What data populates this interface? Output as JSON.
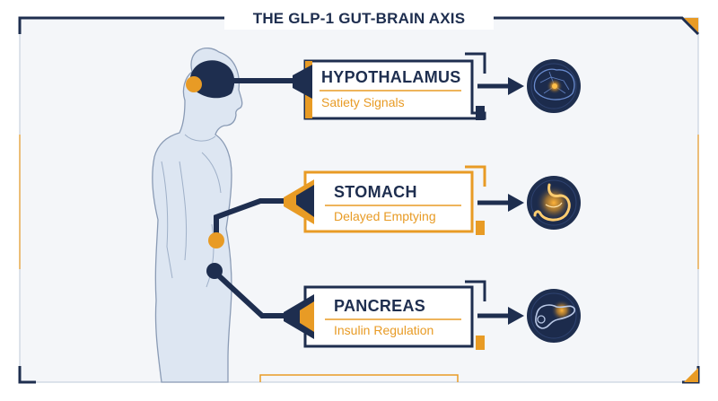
{
  "title": "THE GLP-1 GUT-BRAIN AXIS",
  "colors": {
    "navy": "#1e2e4f",
    "orange": "#e89b25",
    "body_fill": "#dde6f2",
    "frame_bg": "#f3f5f8"
  },
  "organs": [
    {
      "name": "HYPOTHALAMUS",
      "effect": "Satiety Signals",
      "accent": "navy",
      "icon": "brain-icon"
    },
    {
      "name": "STOMACH",
      "effect": "Delayed Emptying",
      "accent": "orange",
      "icon": "stomach-icon"
    },
    {
      "name": "PANCREAS",
      "effect": "Insulin Regulation",
      "accent": "navy",
      "icon": "pancreas-icon"
    }
  ]
}
